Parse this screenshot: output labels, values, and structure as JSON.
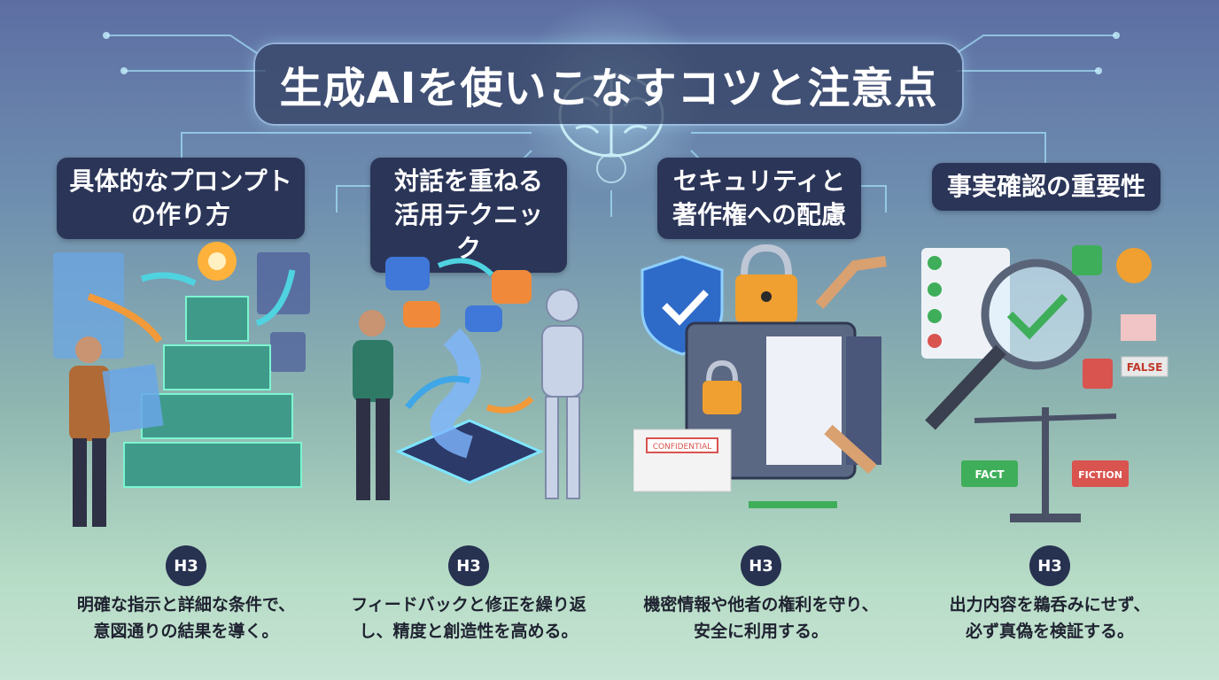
{
  "title": "生成AIを使いこなすコツと注意点",
  "cards": [
    {
      "heading_line1": "具体的なプロンプト",
      "heading_line2": "の作り方",
      "badge": "H3",
      "desc_line1": "明確な指示と詳細な条件で、",
      "desc_line2": "意図通りの結果を導く。"
    },
    {
      "heading_line1": "対話を重ねる",
      "heading_line2": "活用テクニック",
      "badge": "H3",
      "desc_line1": "フィードバックと修正を繰り返",
      "desc_line2": "し、精度と創造性を高める。"
    },
    {
      "heading_line1": "セキュリティと",
      "heading_line2": "著作権への配慮",
      "badge": "H3",
      "desc_line1": "機密情報や他者の権利を守り、",
      "desc_line2": "安全に利用する。",
      "stamp_text": "CONFIDENTIAL"
    },
    {
      "heading_line1": "事実確認の重要性",
      "badge": "H3",
      "desc_line1": "出力内容を鵜呑みにせず、",
      "desc_line2": "必ず真偽を検証する。",
      "label_false": "FALSE",
      "label_fact": "FACT",
      "label_fiction": "FICTION"
    }
  ],
  "colors": {
    "heading_bg": "#2b3558",
    "title_bg": "#323e60",
    "accent_cyan": "#7fe6ff",
    "accent_orange": "#f29a3a",
    "accent_green": "#3fae5a",
    "accent_red": "#d9534f"
  },
  "icons": [
    "brain-icon",
    "lightbulb-icon",
    "chat-bubble-icon",
    "robot-icon",
    "shield-check-icon",
    "padlock-icon",
    "safe-icon",
    "magnifier-icon",
    "scale-icon",
    "checklist-icon"
  ]
}
